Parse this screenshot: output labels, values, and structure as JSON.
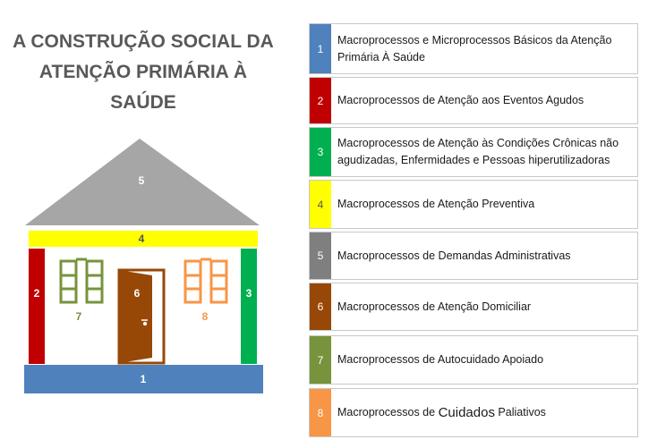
{
  "title": {
    "line1": "A CONSTRUÇÃO SOCIAL DA",
    "line2": "ATENÇÃO PRIMÁRIA À SAÚDE"
  },
  "house": {
    "roof": "5",
    "beam": "4",
    "left_pillar": "2",
    "right_pillar": "3",
    "door": "6",
    "left_window": "7",
    "right_window": "8",
    "base": "1"
  },
  "colors": {
    "c1": "#4f81bd",
    "c2": "#c00000",
    "c3": "#00b050",
    "c4": "#ffff00",
    "c5": "#a6a6a6",
    "c6": "#974806",
    "c7": "#77933c",
    "c8": "#f79646"
  },
  "legend": [
    {
      "num": "1",
      "text": "Macroprocessos e Microprocessos Básicos da Atenção Primária À Saúde"
    },
    {
      "num": "2",
      "text": "Macroprocessos de Atenção aos Eventos Agudos"
    },
    {
      "num": "3",
      "text": "Macroprocessos de Atenção às Condições Crônicas não agudizadas, Enfermidades e Pessoas hiperutilizadoras"
    },
    {
      "num": "4",
      "text": "Macroprocessos de Atenção Preventiva"
    },
    {
      "num": "5",
      "text": "Macroprocessos de Demandas Administrativas"
    },
    {
      "num": "6",
      "text": "Macroprocessos de Atenção Domiciliar"
    },
    {
      "num": "7",
      "text": "Macroprocessos de Autocuidado Apoiado"
    },
    {
      "num": "8",
      "text_a": "Macroprocessos de ",
      "text_b": "Cuidados",
      "text_c": " Paliativos"
    }
  ]
}
